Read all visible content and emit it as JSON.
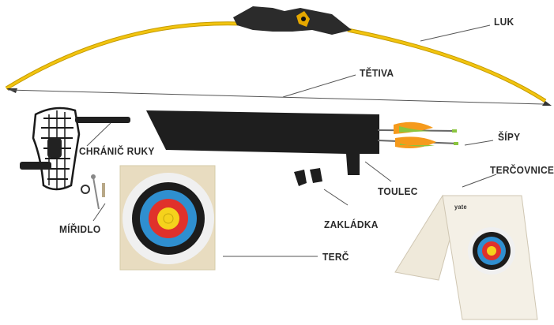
{
  "labels": {
    "luk": "LUK",
    "tetiva": "TĚTIVA",
    "sipy": "ŠÍPY",
    "chranic": "CHRÁNIČ RUKY",
    "tercovnice": "TERČOVNICE",
    "toulec": "TOULEC",
    "miridlo": "MÍŘIDLO",
    "zakladka": "ZAKLÁDKA",
    "terc": "TERČ"
  },
  "brand": {
    "logo_text": "yate"
  },
  "colors": {
    "bow_limb": "#f2c40f",
    "riser": "#2b2b2b",
    "quiver": "#1e1e1e",
    "target_yellow": "#f5d21c",
    "target_red": "#e0312b",
    "target_blue": "#2f8fd0",
    "target_black": "#1c1c1c",
    "fletch_orange": "#f59a1c",
    "fletch_green": "#8bc53f",
    "leader_line": "#555555"
  }
}
